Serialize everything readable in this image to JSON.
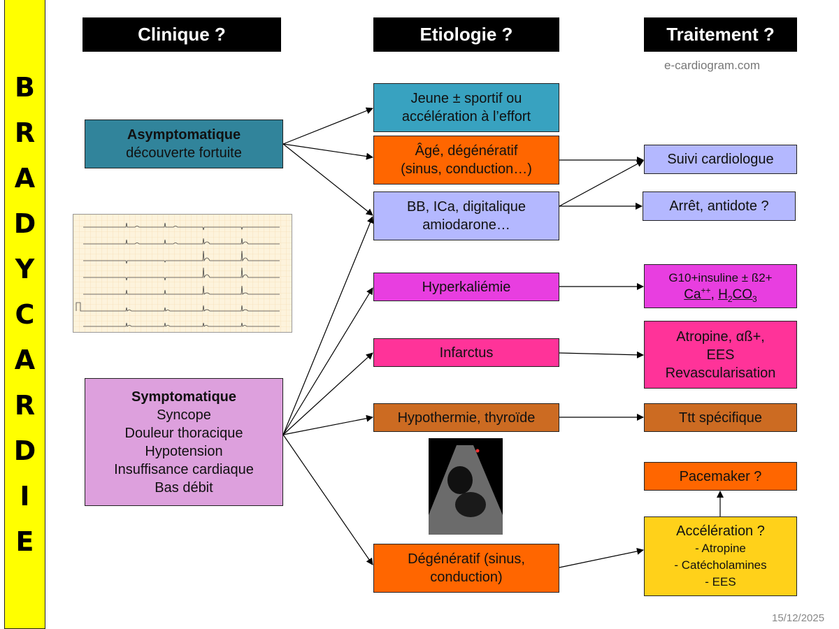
{
  "sidebar": {
    "letters": [
      "B",
      "R",
      "A",
      "D",
      "Y",
      "C",
      "A",
      "R",
      "D",
      "I",
      "E"
    ]
  },
  "headers": {
    "clinique": "Clinique ?",
    "etiologie": "Etiologie ?",
    "traitement": "Traitement ?"
  },
  "site": "e-cardiogram.com",
  "date": "15/12/2025",
  "clinique": {
    "asymptomatique": {
      "title": "Asymptomatique",
      "line": "découverte fortuite",
      "color": "#31849b"
    },
    "symptomatique": {
      "title": "Symptomatique",
      "lines": [
        "Syncope",
        "Douleur thoracique",
        "Hypotension",
        "Insuffisance cardiaque",
        "Bas débit"
      ],
      "color": "#dda0dd"
    }
  },
  "etiologie": [
    {
      "lines": [
        "Jeune ± sportif ou",
        "accélération à l’effort"
      ],
      "color": "#38a2c0"
    },
    {
      "lines": [
        "Âgé, dégénératif",
        "(sinus, conduction…)"
      ],
      "color": "#ff6600"
    },
    {
      "lines": [
        "BB, ICa, digitalique",
        "amiodarone…"
      ],
      "color": "#b4b8ff"
    },
    {
      "lines": [
        "Hyperkaliémie"
      ],
      "color": "#e83ee0"
    },
    {
      "lines": [
        "Infarctus"
      ],
      "color": "#ff3399"
    },
    {
      "lines": [
        "Hypothermie, thyroïde"
      ],
      "color": "#cc6b22"
    },
    {
      "lines": [
        "Dégénératif (sinus,",
        "conduction)"
      ],
      "color": "#ff6600"
    }
  ],
  "traitement": {
    "suivi": {
      "label": "Suivi cardiologue",
      "color": "#b4b8ff"
    },
    "arret": {
      "label": "Arrêt, antidote ?",
      "color": "#b4b8ff"
    },
    "hyperk": {
      "line1": "G10+insuline ± ß2+",
      "ca": "Ca",
      "ca_sup": "++",
      "sep": ", ",
      "h": "H",
      "h_sub": "2",
      "co": "CO",
      "co_sub": "3",
      "color": "#e83ee0"
    },
    "infarctus": {
      "lines": [
        "Atropine, αß+,",
        "EES",
        "Revascularisation"
      ],
      "color": "#ff3399"
    },
    "ttt": {
      "label": "Ttt spécifique",
      "color": "#cc6b22"
    },
    "pacemaker": {
      "label": "Pacemaker ?",
      "color": "#ff6600"
    },
    "acceleration": {
      "title": "Accélération ?",
      "items": [
        "- Atropine",
        "- Catécholamines",
        "- EES"
      ],
      "color": "#ffd11a"
    }
  },
  "images": {
    "ecg": "ECG 12-lead tracing",
    "echo": "Echocardiogram"
  }
}
